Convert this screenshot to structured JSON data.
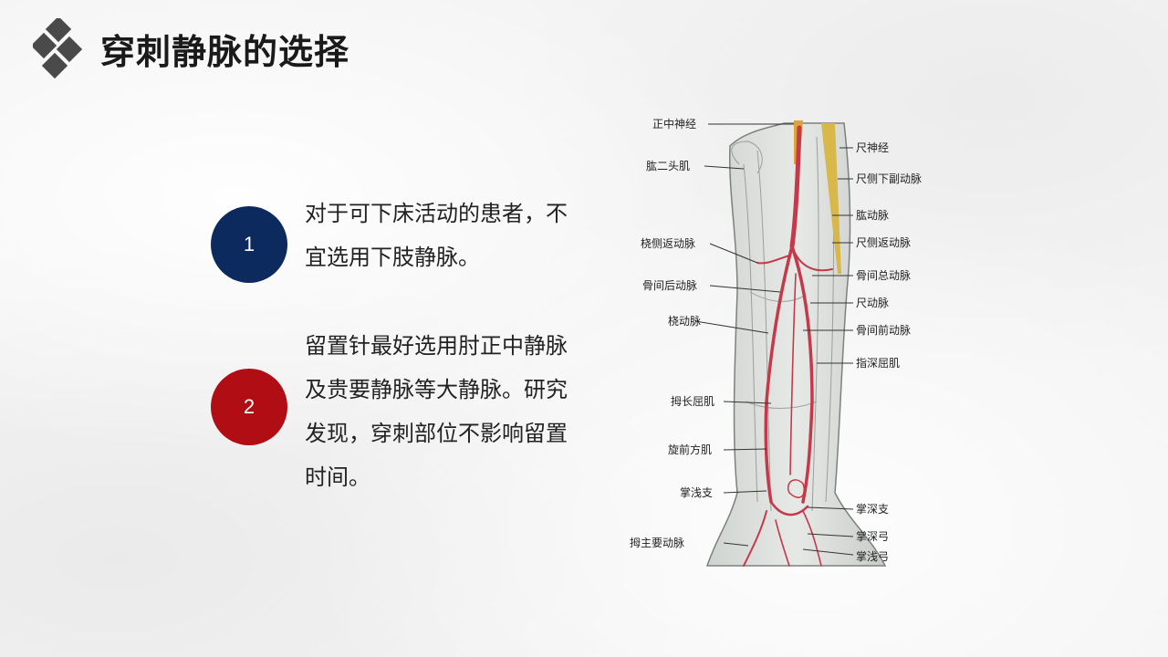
{
  "slide": {
    "title": "穿刺静脉的选择"
  },
  "points": [
    {
      "number": "1",
      "text": "对于可下床活动的患者，不宜选用下肢静脉。",
      "color": "#0d2a5e"
    },
    {
      "number": "2",
      "text": "留置针最好选用肘正中静脉及贵要静脉等大静脉。研究发现，穿刺部位不影响留置时间。",
      "color": "#b00d14"
    }
  ],
  "diagram": {
    "labels_left": [
      "正中神经",
      "肱二头肌",
      "桡侧返动脉",
      "骨间后动脉",
      "桡动脉",
      "拇长屈肌",
      "旋前方肌",
      "掌浅支",
      "拇主要动脉"
    ],
    "labels_right": [
      "尺神经",
      "尺侧下副动脉",
      "肱动脉",
      "尺侧返动脉",
      "骨间总动脉",
      "尺动脉",
      "骨间前动脉",
      "指深屈肌",
      "掌深支",
      "掌深弓",
      "掌浅弓"
    ]
  }
}
